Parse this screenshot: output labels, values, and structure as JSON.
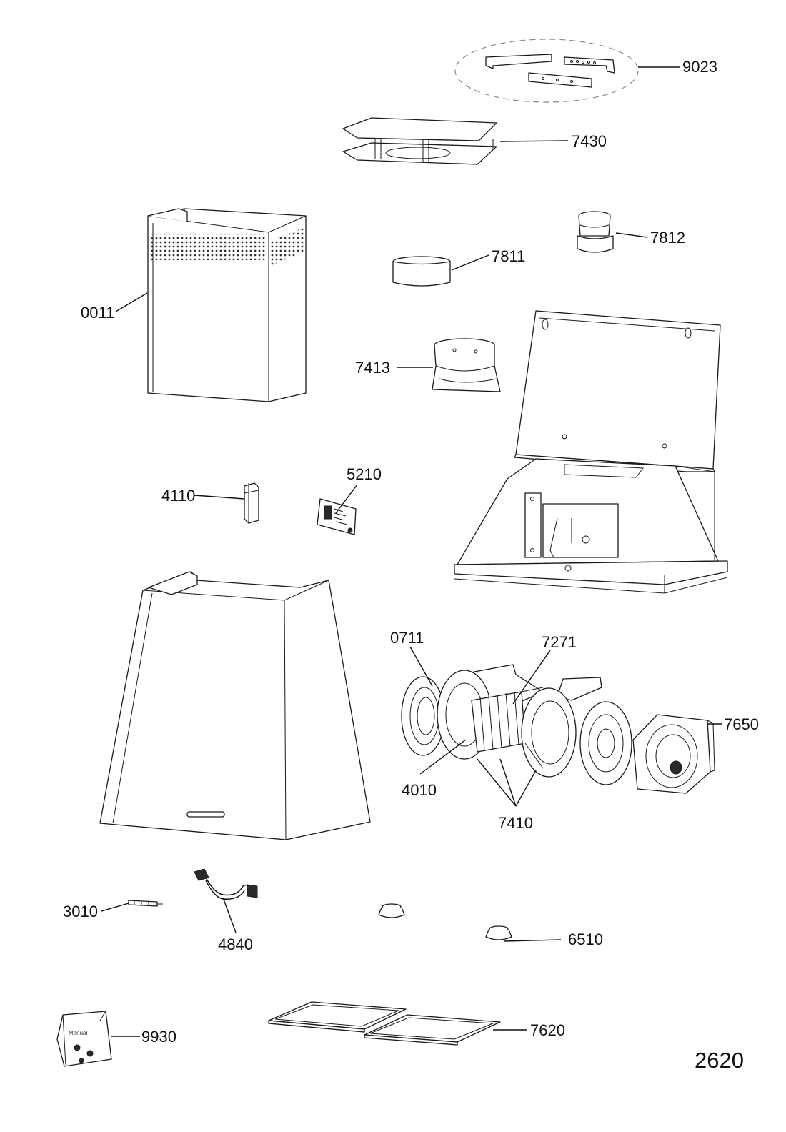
{
  "diagram_code": "2620",
  "parts": {
    "p9023": "9023",
    "p7430": "7430",
    "p7812": "7812",
    "p7811": "7811",
    "p0011": "0011",
    "p7413": "7413",
    "p4110": "4110",
    "p5210": "5210",
    "p0711": "0711",
    "p7271": "7271",
    "p7650": "7650",
    "p4010": "4010",
    "p7410": "7410",
    "p3010": "3010",
    "p4840": "4840",
    "p6510": "6510",
    "p9930": "9930",
    "p7620": "7620"
  },
  "manual_bag_text": "Manual",
  "colors": {
    "line": "#1a1a1a",
    "dashed_group": "#888888"
  }
}
